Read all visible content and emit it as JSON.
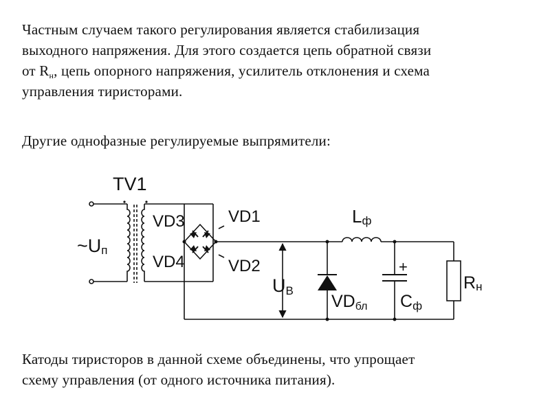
{
  "text": {
    "paragraph1": {
      "lines": [
        "Частным случаем такого регулирования является стабилизация",
        "выходного напряжения. Для этого создается цепь обратной связи"
      ],
      "line3_before": "от R",
      "line3_sub": "н",
      "line3_after": ", цепь опорного напряжения, усилитель отклонения и схема",
      "line4": "управления тиристорами."
    },
    "paragraph2": "Другие однофазные регулируемые выпрямители:",
    "paragraph3": {
      "line1": "Катоды тиристоров в данной схеме объединены, что упрощает",
      "line2": "схему управления (от одного источника питания)."
    }
  },
  "circuit": {
    "transformer_label": "TV1",
    "input_voltage": {
      "tilde": "~",
      "main": "U",
      "sub": "п"
    },
    "vd1": "VD1",
    "vd2": "VD2",
    "vd3": "VD3",
    "vd4": "VD4",
    "inductor": {
      "main": "L",
      "sub": "ф"
    },
    "rectified_voltage": {
      "main": "U",
      "sub": "B"
    },
    "flyback_diode": {
      "main": "VD",
      "sub": "бл"
    },
    "capacitor": {
      "main": "C",
      "sub": "ф",
      "polarity": "+"
    },
    "load": {
      "main": "R",
      "sub": "н"
    }
  }
}
